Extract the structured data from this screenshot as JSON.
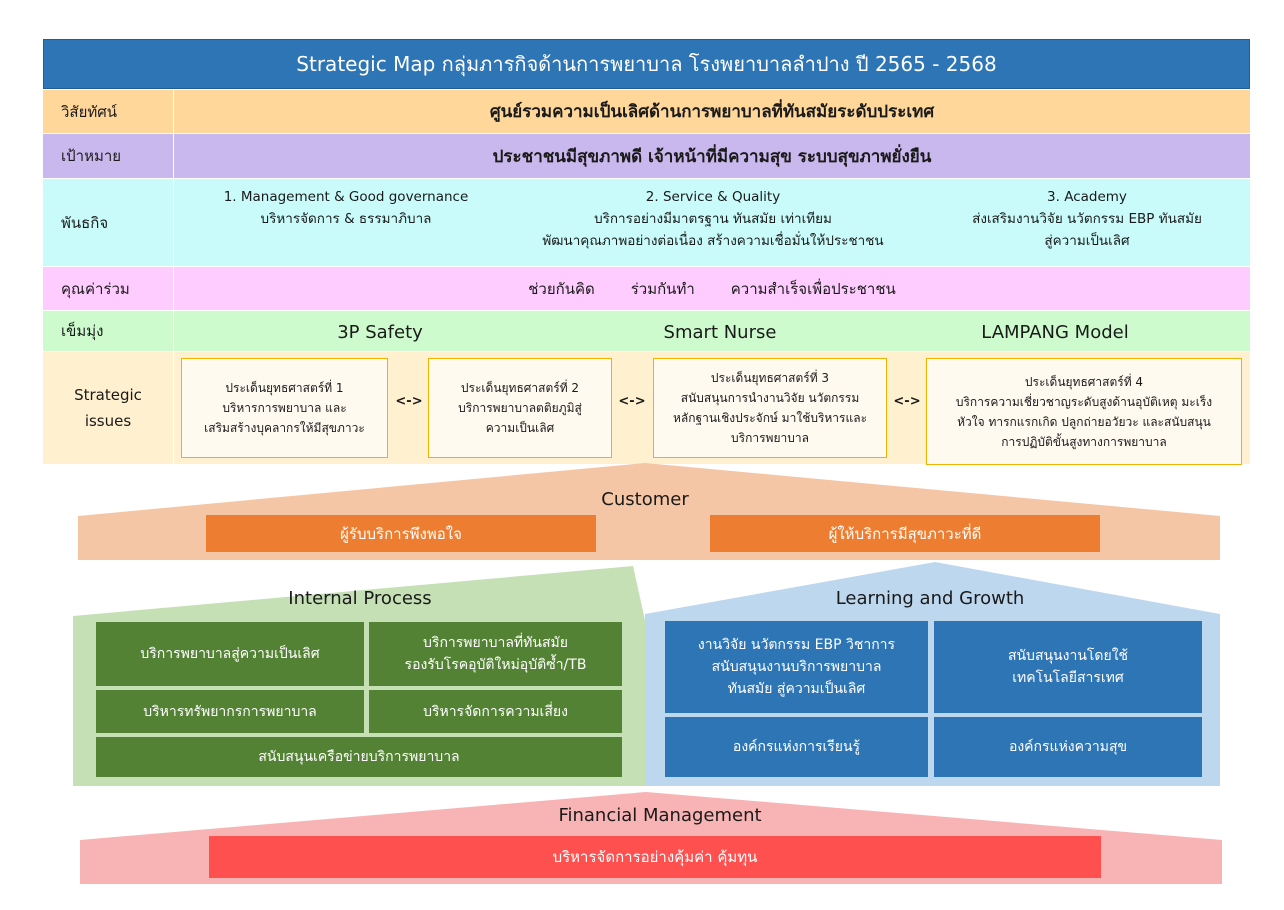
{
  "title": "Strategic Map กลุ่มภารกิจด้านการพยาบาล โรงพยาบาลลำปาง ปี 2565 - 2568",
  "rows": {
    "vision": {
      "label": "วิสัยทัศน์",
      "text": "ศูนย์รวมความเป็นเลิศด้านการพยาบาลที่ทันสมัยระดับประเทศ"
    },
    "goal": {
      "label": "เป้าหมาย",
      "text": "ประชาชนมีสุขภาพดี เจ้าหน้าที่มีความสุข ระบบสุขภาพยั่งยืน"
    },
    "mission": {
      "label": "พันธกิจ",
      "items": [
        {
          "line1": "1. Management & Good governance",
          "line2": "บริหารจัดการ & ธรรมาภิบาล",
          "line3": ""
        },
        {
          "line1": "2. Service & Quality",
          "line2": "บริการอย่างมีมาตรฐาน ทันสมัย เท่าเทียม",
          "line3": "พัฒนาคุณภาพอย่างต่อเนื่อง สร้างความเชื่อมั่นให้ประชาชน"
        },
        {
          "line1": "3. Academy",
          "line2": "ส่งเสริมงานวิจัย นวัตกรรม EBP ทันสมัย",
          "line3": "สู่ความเป็นเลิศ"
        }
      ]
    },
    "values": {
      "label": "คุณค่าร่วม",
      "items": [
        "ช่วยกันคิด",
        "ร่วมกันทำ",
        "ความสำเร็จเพื่อประชาชน"
      ]
    },
    "stance": {
      "label": "เข็มมุ่ง",
      "items": [
        "3P Safety",
        "Smart Nurse",
        "LAMPANG Model"
      ]
    },
    "issues": {
      "label_line1": "Strategic",
      "label_line2": "issues",
      "arrow": "<->",
      "items": [
        {
          "heading": "ประเด็นยุทธศาสตร์ที่ 1",
          "body": [
            "บริหารการพยาบาล และ",
            "เสริมสร้างบุคลากรให้มีสุขภาวะ"
          ]
        },
        {
          "heading": "ประเด็นยุทธศาสตร์ที่ 2",
          "body": [
            "บริการพยาบาลตติยภูมิสู่",
            "ความเป็นเลิศ"
          ]
        },
        {
          "heading": "ประเด็นยุทธศาสตร์ที่ 3",
          "body": [
            "สนับสนุนการนำงานวิจัย นวัตกรรม",
            "หลักฐานเชิงประจักษ์ มาใช้บริหารและ",
            "บริการพยาบาล"
          ]
        },
        {
          "heading": "ประเด็นยุทธศาสตร์ที่ 4",
          "body": [
            "บริการความเชี่ยวชาญระดับสูงด้านอุบัติเหตุ มะเร็ง",
            "หัวใจ ทารกแรกเกิด ปลูกถ่ายอวัยวะ และสนับสนุน",
            "การปฏิบัติขั้นสูงทางการพยาบาล"
          ]
        }
      ]
    }
  },
  "customer": {
    "title": "Customer",
    "items": [
      "ผู้รับบริการพึงพอใจ",
      "ผู้ให้บริการมีสุขภาวะที่ดี"
    ]
  },
  "internal_process": {
    "title": "Internal Process",
    "cells": {
      "excellence": "บริการพยาบาลสู่ความเป็นเลิศ",
      "modern_line1": "บริการพยาบาลที่ทันสมัย",
      "modern_line2": "รองรับโรคอุบัติใหม่อุบัติซ้ำ/TB",
      "hr": "บริหารทรัพยากรการพยาบาล",
      "risk": "บริหารจัดการความเสี่ยง",
      "network": "สนับสนุนเครือข่ายบริการพยาบาล"
    }
  },
  "learning_growth": {
    "title": "Learning and Growth",
    "cells": {
      "research_line1": "งานวิจัย นวัตกรรม EBP วิชาการ",
      "research_line2": "สนับสนุนงานบริการพยาบาล",
      "research_line3": "ทันสมัย สู่ความเป็นเลิศ",
      "it_line1": "สนับสนุนงานโดยใช้",
      "it_line2": "เทคโนโลยีสารเทศ",
      "learning_org": "องค์กรแห่งการเรียนรู้",
      "happy_org": "องค์กรแห่งความสุข"
    }
  },
  "financial": {
    "title": "Financial Management",
    "item": "บริหารจัดการอย่างคุ้มค่า คุ้มทุน"
  },
  "colors": {
    "title_blue": "#2e75b6",
    "vision_row": "#ffd79a",
    "goal_row": "#c9b8ee",
    "mission_row": "#c9fbfb",
    "values_row": "#ffccff",
    "stance_row": "#cdfbcd",
    "issues_row": "#fff0d0",
    "customer_band": "#f4c6a5",
    "customer_bar": "#ed7d31",
    "internal_band": "#c5e0b4",
    "internal_cell": "#548235",
    "learning_band": "#bdd7ee",
    "learning_cell": "#2e75b6",
    "financial_band": "#f8b4b4",
    "financial_bar": "#ff5050"
  }
}
